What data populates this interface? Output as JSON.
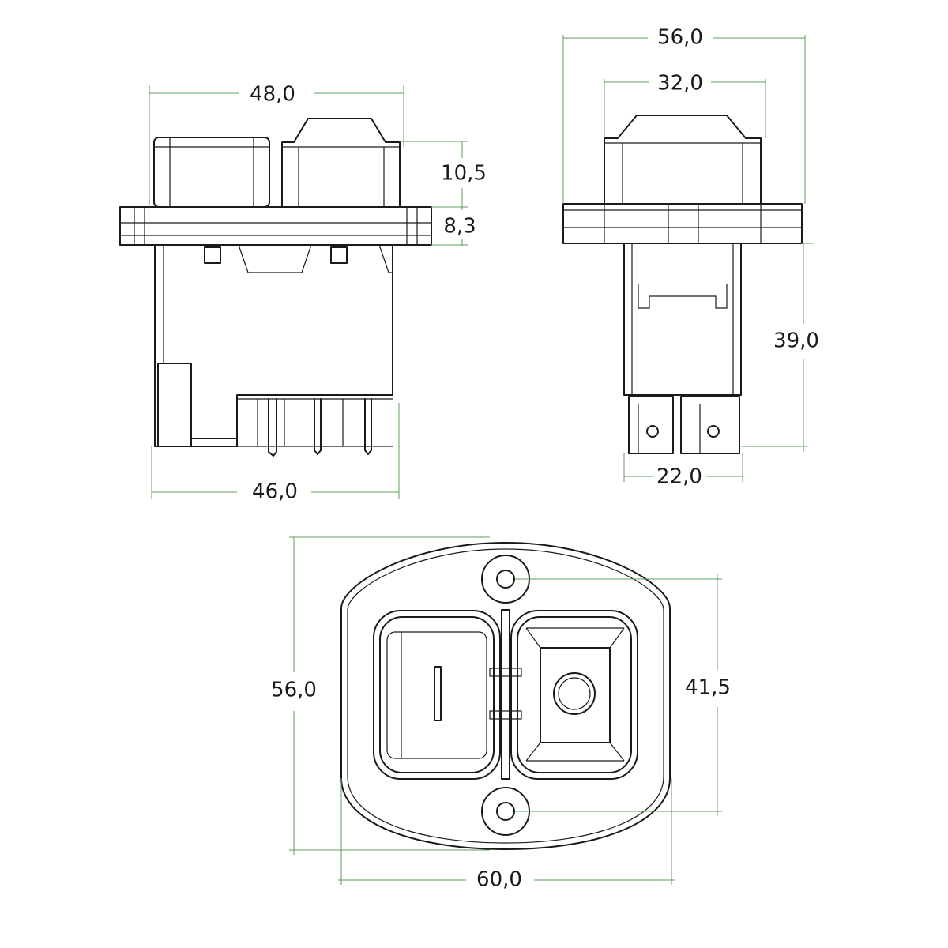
{
  "dimensions": {
    "front_top_width": "48,0",
    "front_cap_height": "10,5",
    "front_flange_height": "8,3",
    "front_bottom_width": "46,0",
    "side_total_width": "56,0",
    "side_cap_width": "32,0",
    "side_body_height": "39,0",
    "side_terminal_width": "22,0",
    "plan_height": "56,0",
    "plan_hole_spacing": "41,5",
    "plan_width": "60,0"
  },
  "colors": {
    "outline": "#1a1a1a",
    "dimension_line": "#5c9c5c"
  }
}
